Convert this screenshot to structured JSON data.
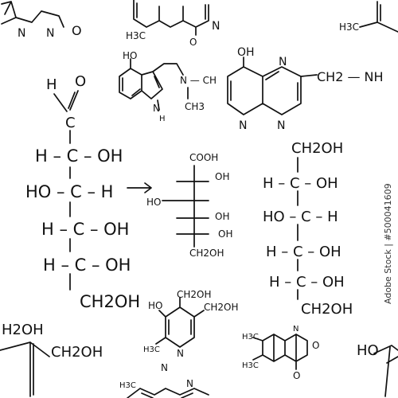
{
  "colors": {
    "ink": "#111111",
    "background": "#ffffff"
  },
  "top_left": {
    "n1": "N",
    "n2": "N",
    "o": "O"
  },
  "top_center": {
    "h3c": "H3C",
    "o": "O",
    "n": "N"
  },
  "top_right": {
    "h3c": "H3C"
  },
  "indole": {
    "ho": "HO",
    "n": "N",
    "h": "H",
    "n_methyl": "N — CH",
    "ch3": "CH3"
  },
  "naphthyridine": {
    "oh": "OH",
    "n1": "N",
    "ch2nh": "CH2 — NH",
    "n2": "N",
    "n3": "N"
  },
  "glucose": {
    "h": "H",
    "o": "O",
    "c": "C",
    "rows": [
      "H – C – OH",
      "HO – C – H",
      "H – C – OH",
      "H – C – OH"
    ],
    "ch2oh": "CH2OH"
  },
  "acid": {
    "cooh": "COOH",
    "rows": [
      "OH",
      "HO",
      "OH",
      "OH"
    ],
    "ch2oh": "CH2OH"
  },
  "sorbitol": {
    "ch2oh_top": "CH2OH",
    "rows": [
      "H – C – OH",
      "HO – C – H",
      "H – C – OH",
      "H – C – OH"
    ],
    "ch2oh_bottom": "CH2OH"
  },
  "pyridoxine": {
    "ch2oh_top": "CH2OH",
    "ho": "HO",
    "ch2oh_right": "CH2OH",
    "h3c": "H3C",
    "n": "N"
  },
  "flavin": {
    "h3c1": "H3C",
    "h3c2": "H3C",
    "n1": "N",
    "o1": "O",
    "o2": "O"
  },
  "bottom_left": {
    "h2oh": "H2OH",
    "ch2oh": "CH2OH"
  },
  "bottom_center": {
    "n1": "N",
    "n2": "N",
    "h3c": "H3C"
  },
  "bottom_right": {
    "ho": "HO"
  },
  "watermark": "Adobe Stock | #500041609"
}
